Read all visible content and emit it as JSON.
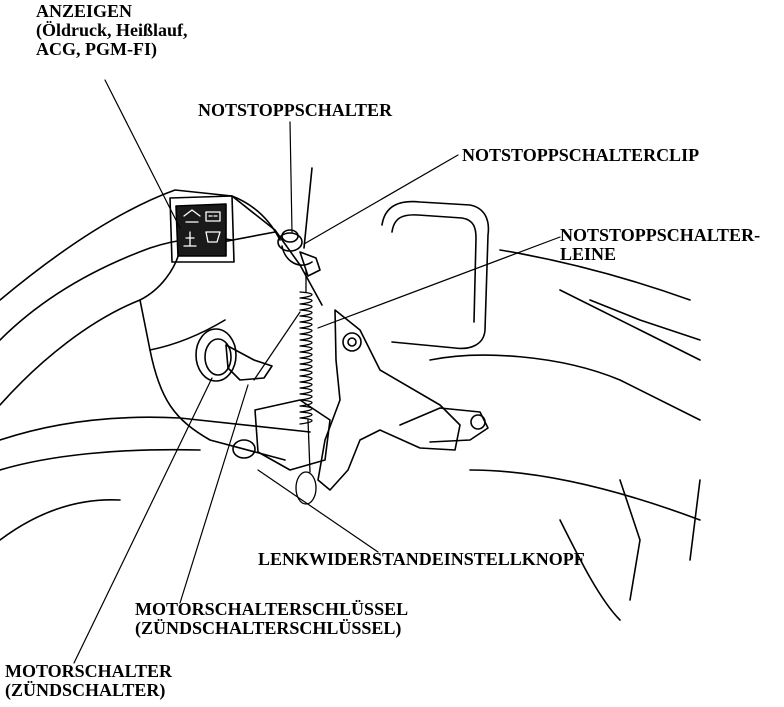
{
  "labels": {
    "indicators": [
      "ANZEIGEN",
      "(Öldruck, Heißlauf,",
      "ACG, PGM-FI)"
    ],
    "stop_switch": "NOTSTOPPSCHALTER",
    "stop_switch_clip": "NOTSTOPPSCHALTERCLIP",
    "stop_switch_lanyard": [
      "NOTSTOPPSCHALTER-",
      "LEINE"
    ],
    "steering_friction_knob": "LENKWIDERSTANDEINSTELLKNOPF",
    "engine_switch_key": [
      "MOTORSCHALTERSCHLÜSSEL",
      "(ZÜNDSCHALTERSCHLÜSSEL)"
    ],
    "engine_switch": [
      "MOTORSCHALTER",
      "(ZÜNDSCHALTER)"
    ]
  },
  "icons": [
    "oil-pressure-icon",
    "overheat-icon",
    "charge-icon",
    "pgm-fi-icon"
  ],
  "colors": {
    "ink": "#000000",
    "background": "#ffffff"
  }
}
